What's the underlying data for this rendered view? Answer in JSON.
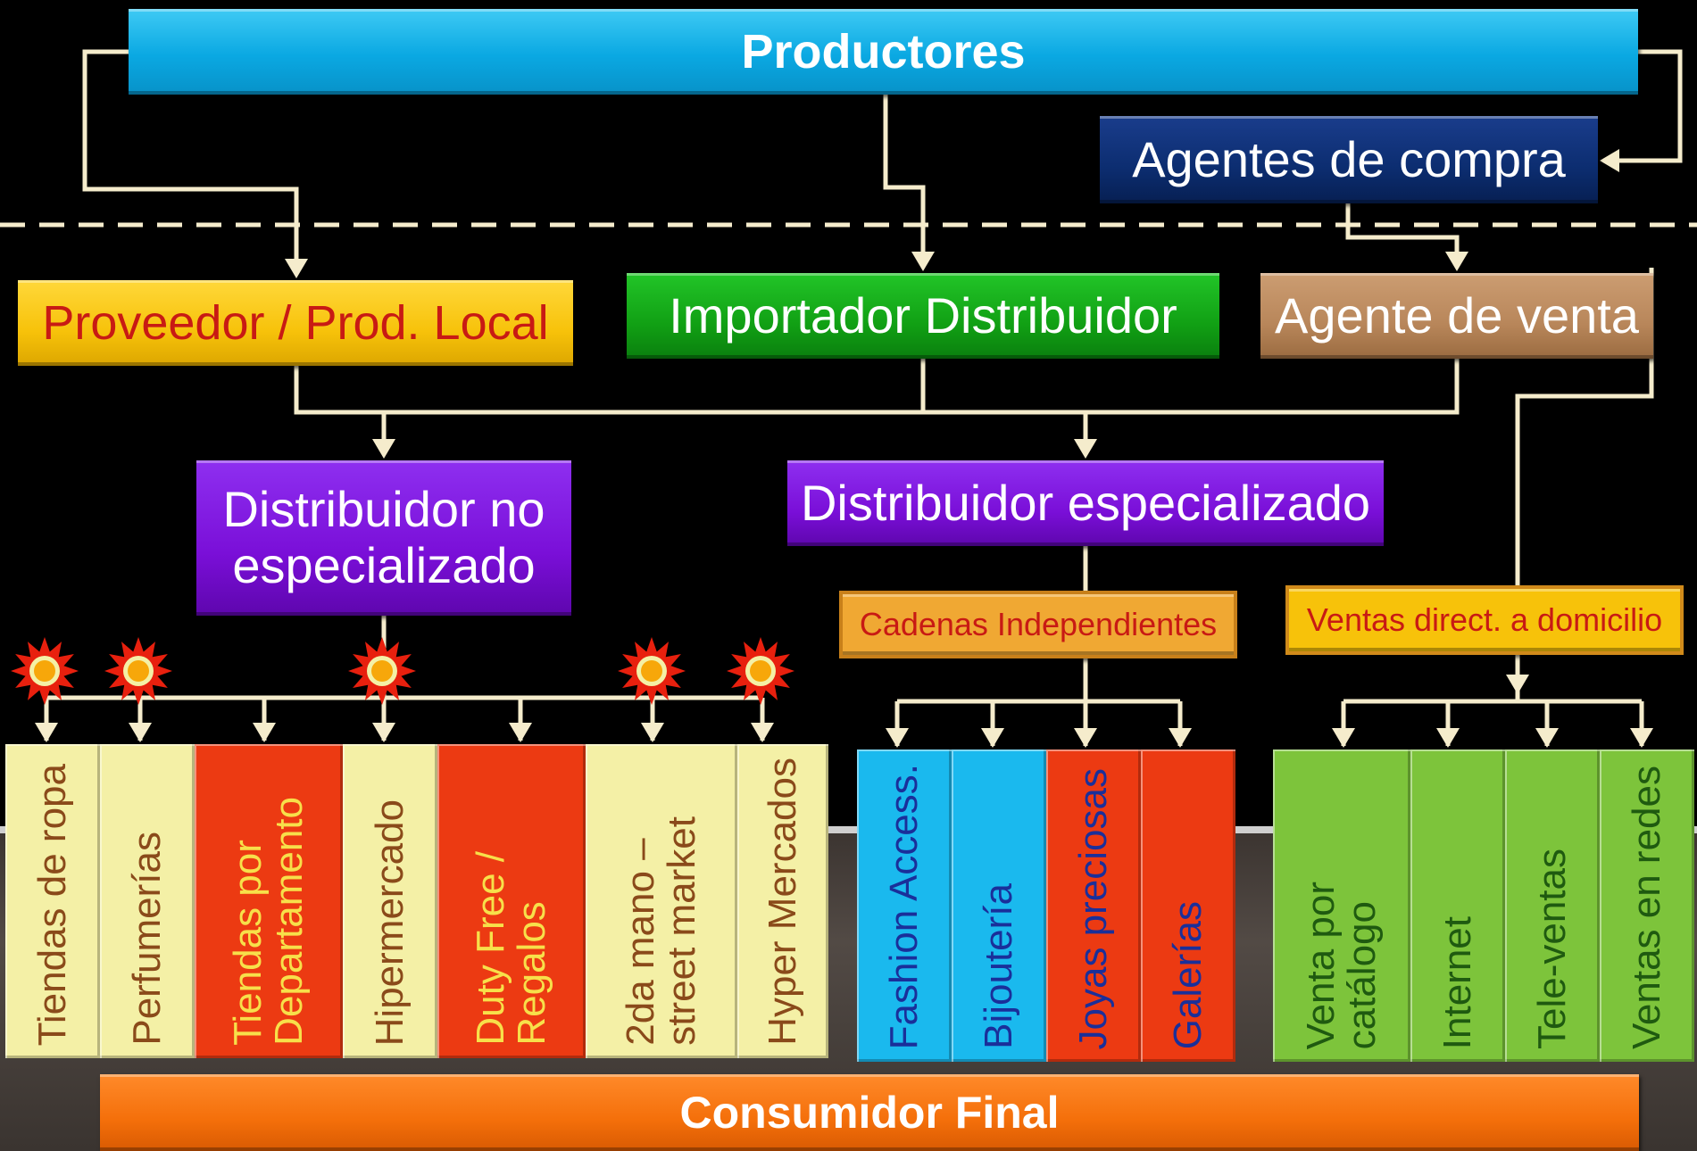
{
  "top": {
    "producers": "Productores",
    "buying_agents": "Agentes de compra"
  },
  "middle": {
    "local_supplier": "Proveedor / Prod. Local",
    "importer": "Importador Distribuidor",
    "sales_agent": "Agente de venta",
    "non_specialized": "Distribuidor no\nespecializado",
    "specialized": "Distribuidor especializado"
  },
  "tags": {
    "independent_chains": "Cadenas Independientes",
    "direct_sales": "Ventas direct. a domicilio"
  },
  "columns": {
    "non_specialized": [
      "Tiendas de ropa",
      "Perfumerías",
      "Tiendas por\nDepartamento",
      "Hipermercado",
      "Duty Free /\nRegalos",
      "2da mano –\nstreet market",
      "Hyper Mercados"
    ],
    "specialized": [
      "Fashion Access.",
      "Bijoutería",
      "Joyas preciosas",
      "Galerías"
    ],
    "direct": [
      "Venta por\ncatálogo",
      "Internet",
      "Tele-ventas",
      "Ventas en redes"
    ]
  },
  "bottom": {
    "final_consumer": "Consumidor Final"
  },
  "colors": {
    "producers": "#12b4e8",
    "buying_agents": "#0c2d70",
    "local_supplier": "#f7c20a",
    "importer": "#11a014",
    "sales_agent": "#b8865a",
    "distributor": "#7a0fd8",
    "tag": "#f0a833",
    "pale_yellow": "#f4f0a6",
    "red": "#ec3a12",
    "cyan": "#1ab9ee",
    "green": "#7dc43b",
    "consumer": "#f46f0a",
    "connector": "#f5eccc"
  }
}
